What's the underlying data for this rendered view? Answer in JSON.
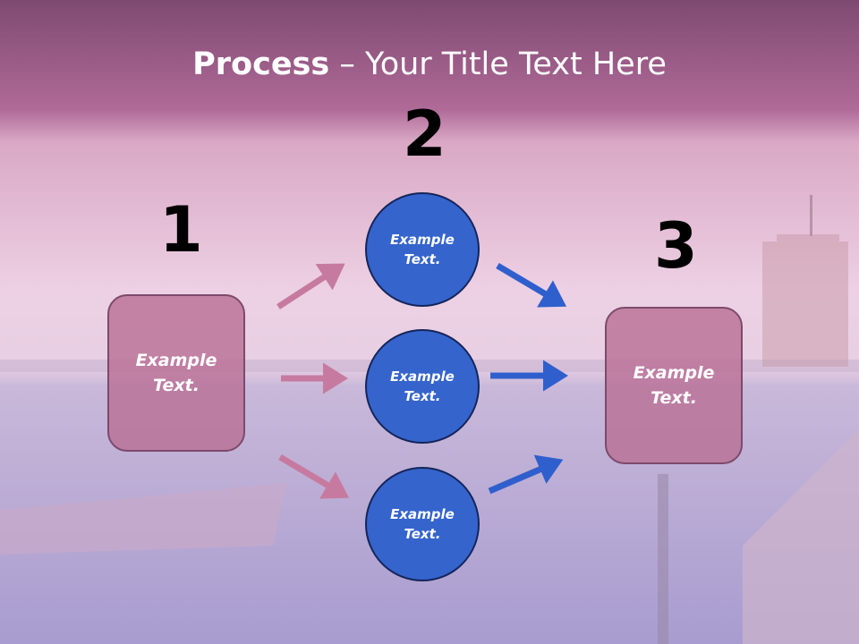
{
  "title": {
    "bold": "Process",
    "rest": " – Your Title Text Here"
  },
  "steps": {
    "one": "1",
    "two": "2",
    "three": "3"
  },
  "left_box": {
    "line1": "Example",
    "line2": "Text."
  },
  "right_box": {
    "line1": "Example",
    "line2": "Text."
  },
  "circles": [
    {
      "line1": "Example",
      "line2": "Text."
    },
    {
      "line1": "Example",
      "line2": "Text."
    },
    {
      "line1": "Example",
      "line2": "Text."
    }
  ],
  "colors": {
    "pink_arrow": "#c77aa0",
    "blue_arrow": "#2f5fcc",
    "circle_fill": "#3564cc",
    "box_fill": "#ba7096"
  }
}
